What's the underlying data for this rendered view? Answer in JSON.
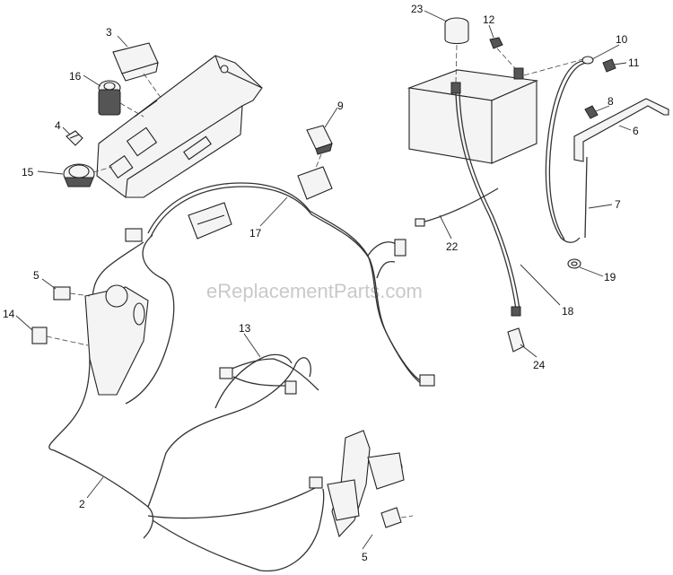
{
  "watermark": "eReplacementParts.com",
  "callouts": {
    "c23": "23",
    "c12": "12",
    "c10": "10",
    "c11": "11",
    "c8": "8",
    "c6": "6",
    "c7": "7",
    "c19": "19",
    "c22": "22",
    "c18": "18",
    "c24": "24",
    "c3": "3",
    "c16": "16",
    "c4": "4",
    "c15": "15",
    "c9": "9",
    "c17": "17",
    "c5a": "5",
    "c14": "14",
    "c13": "13",
    "c2": "2",
    "c5b": "5"
  }
}
